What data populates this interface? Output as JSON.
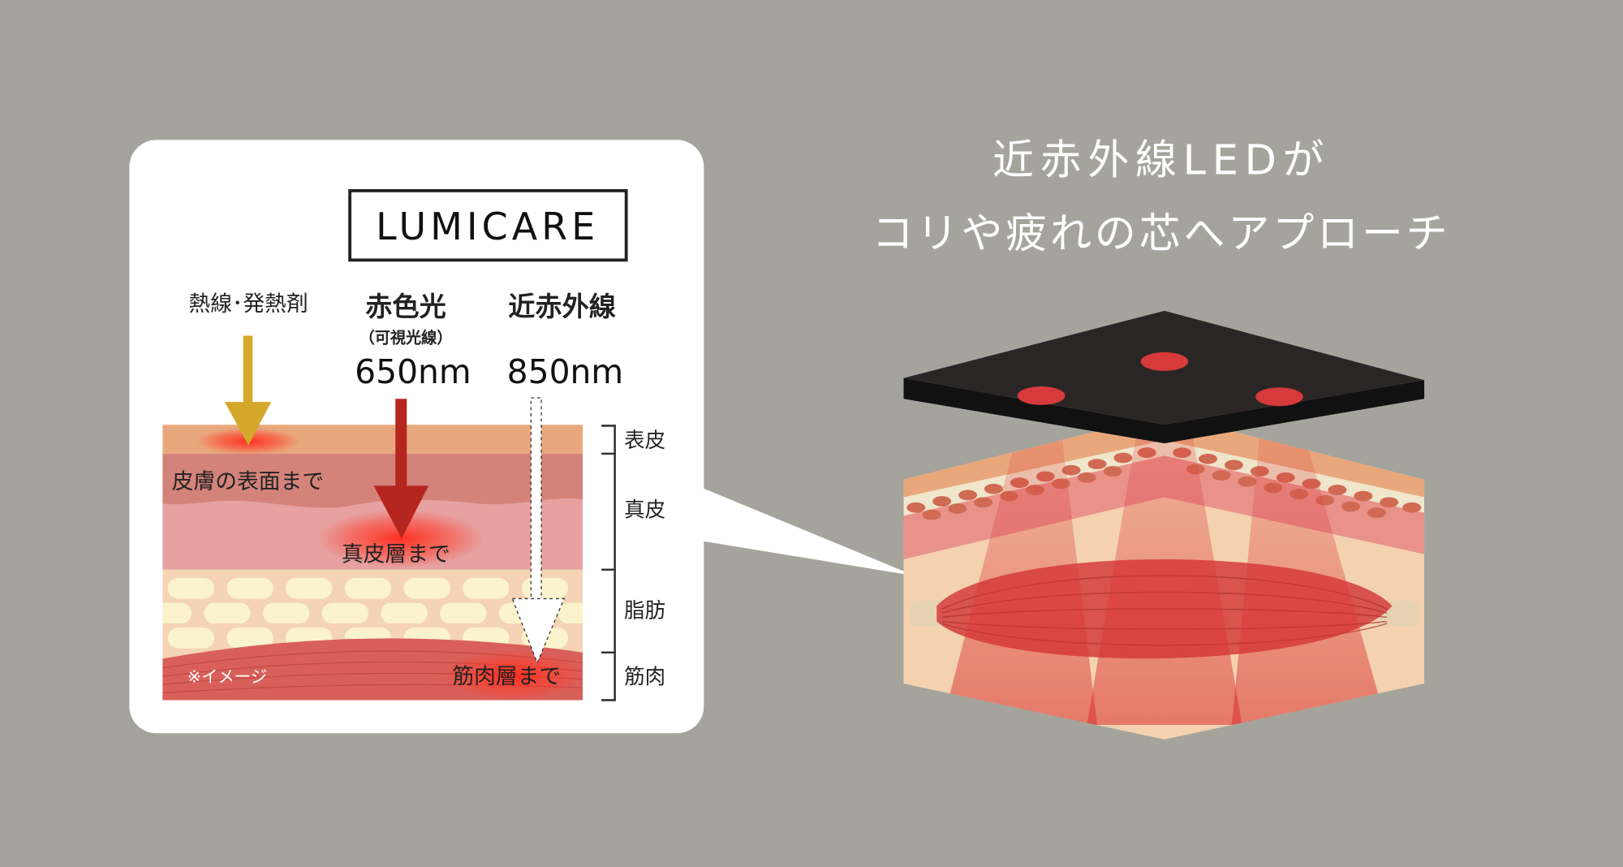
{
  "headline": {
    "line1": "近赤外線LEDが",
    "line2": "コリや疲れの芯へアプローチ"
  },
  "card": {
    "logo": "LUMICARE",
    "columns": [
      {
        "title": "熱線･発熱剤"
      },
      {
        "title": "赤色光",
        "subtitle": "（可視光線）",
        "wavelength": "650nm"
      },
      {
        "title": "近赤外線",
        "wavelength": "850nm"
      }
    ],
    "depth_labels": {
      "surface": "皮膚の表面まで",
      "dermis": "真皮層まで",
      "muscle": "筋肉層まで"
    },
    "note": "※イメージ",
    "layers": [
      "表皮",
      "真皮",
      "脂肪",
      "筋肉"
    ]
  },
  "colors": {
    "background": "#a5a49c",
    "heat_arrow": "#d4a82a",
    "red_arrow": "#b5261e",
    "epidermis": "#e9a87c",
    "dermis": "#e6a1a0",
    "fat": "#f4d4b4",
    "muscle": "#d9605a"
  }
}
